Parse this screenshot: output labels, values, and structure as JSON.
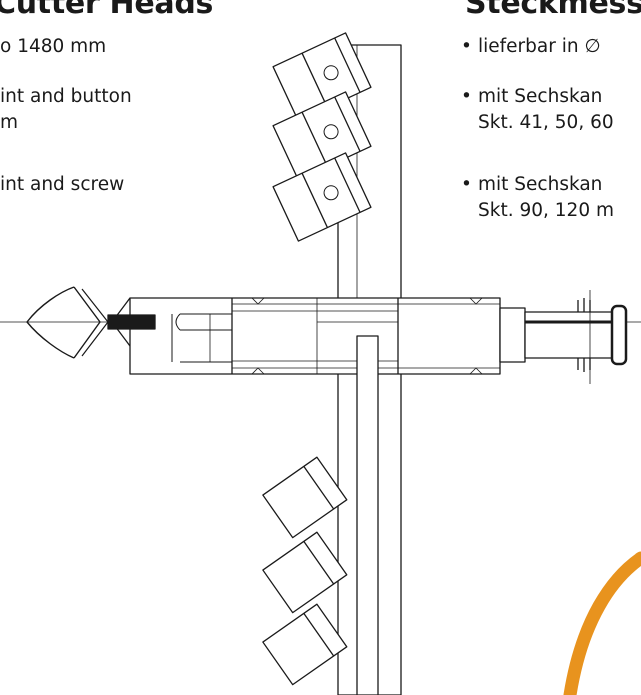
{
  "left_column": {
    "heading": "Cutter Heads",
    "lines": [
      "o 1480 mm",
      "int and button",
      "m",
      "int and screw"
    ]
  },
  "right_column": {
    "heading": "Steckmess",
    "bullets": [
      {
        "marker": "•",
        "lines": [
          "lieferbar in ∅"
        ]
      },
      {
        "marker": "•",
        "lines": [
          "mit Sechskan",
          "Skt. 41, 50, 60"
        ]
      },
      {
        "marker": "•",
        "lines": [
          "mit Sechskan",
          "Skt. 90, 120 m"
        ]
      }
    ]
  },
  "colors": {
    "line": "#1a1a1a",
    "accent": "#e8931e"
  }
}
